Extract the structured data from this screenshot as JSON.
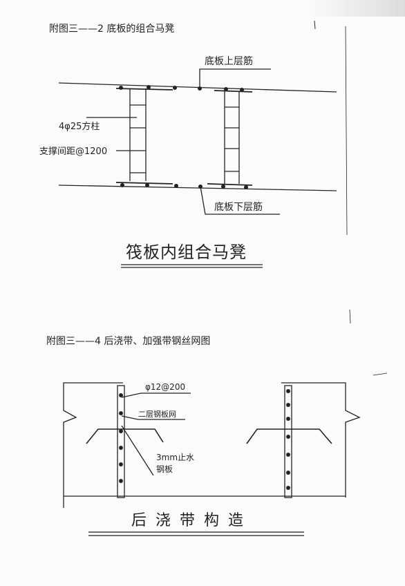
{
  "fig1": {
    "caption": "附图三——2 底板的组合马凳",
    "top_rebar_label": "底板上层筋",
    "column_label": "4φ25方柱",
    "spacing_label": "支撑间距@1200",
    "bottom_rebar_label": "底板下层筋",
    "title": "筏板内组合马凳"
  },
  "fig2": {
    "caption": "附图三——4 后浇带、加强带钢丝网图",
    "bar_label": "φ12@200",
    "mesh_label": "二层钢板网",
    "plate_label_line1": "3mm止水",
    "plate_label_line2": "钢板",
    "title": "后 浇 带 构 造"
  },
  "colors": {
    "ink": "#222222",
    "paper": "#fbfbfa"
  }
}
